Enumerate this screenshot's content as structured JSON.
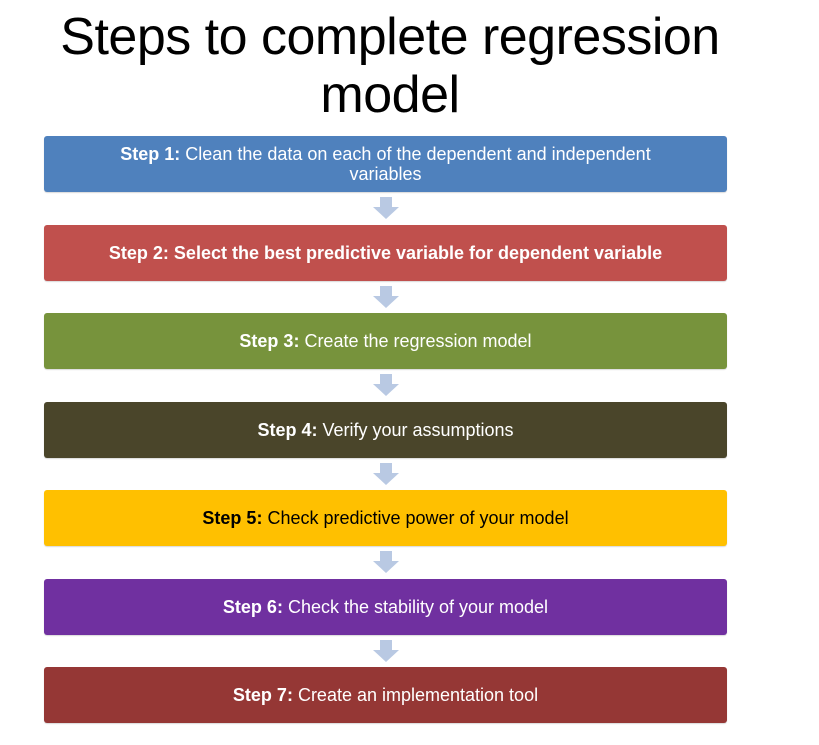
{
  "title": {
    "line1": "Steps to complete regression",
    "line2": "model"
  },
  "steps": [
    {
      "label": "Step 1:",
      "text": " Clean the data on each of the dependent and independent variables",
      "label_bold": true,
      "text_bold": false,
      "bg": "#4f81bd",
      "fg": "#ffffff"
    },
    {
      "label": "Step 2:",
      "text": " Select the best predictive variable for dependent variable",
      "label_bold": true,
      "text_bold": true,
      "bg": "#c0504d",
      "fg": "#ffffff"
    },
    {
      "label": "Step 3:",
      "text": " Create the regression model",
      "label_bold": true,
      "text_bold": false,
      "bg": "#77933c",
      "fg": "#ffffff"
    },
    {
      "label": "Step 4:",
      "text": " Verify your assumptions",
      "label_bold": true,
      "text_bold": false,
      "bg": "#4a452a",
      "fg": "#ffffff"
    },
    {
      "label": "Step 5:",
      "text": " Check predictive power of your model",
      "label_bold": true,
      "text_bold": false,
      "bg": "#ffc000",
      "fg": "#000000"
    },
    {
      "label": "Step 6:",
      "text": " Check the stability of your model",
      "label_bold": true,
      "text_bold": false,
      "bg": "#7030a0",
      "fg": "#ffffff"
    },
    {
      "label": "Step 7:",
      "text": " Create an implementation tool",
      "label_bold": true,
      "text_bold": false,
      "bg": "#953735",
      "fg": "#ffffff"
    }
  ],
  "arrow_color": "#b9c9e3"
}
